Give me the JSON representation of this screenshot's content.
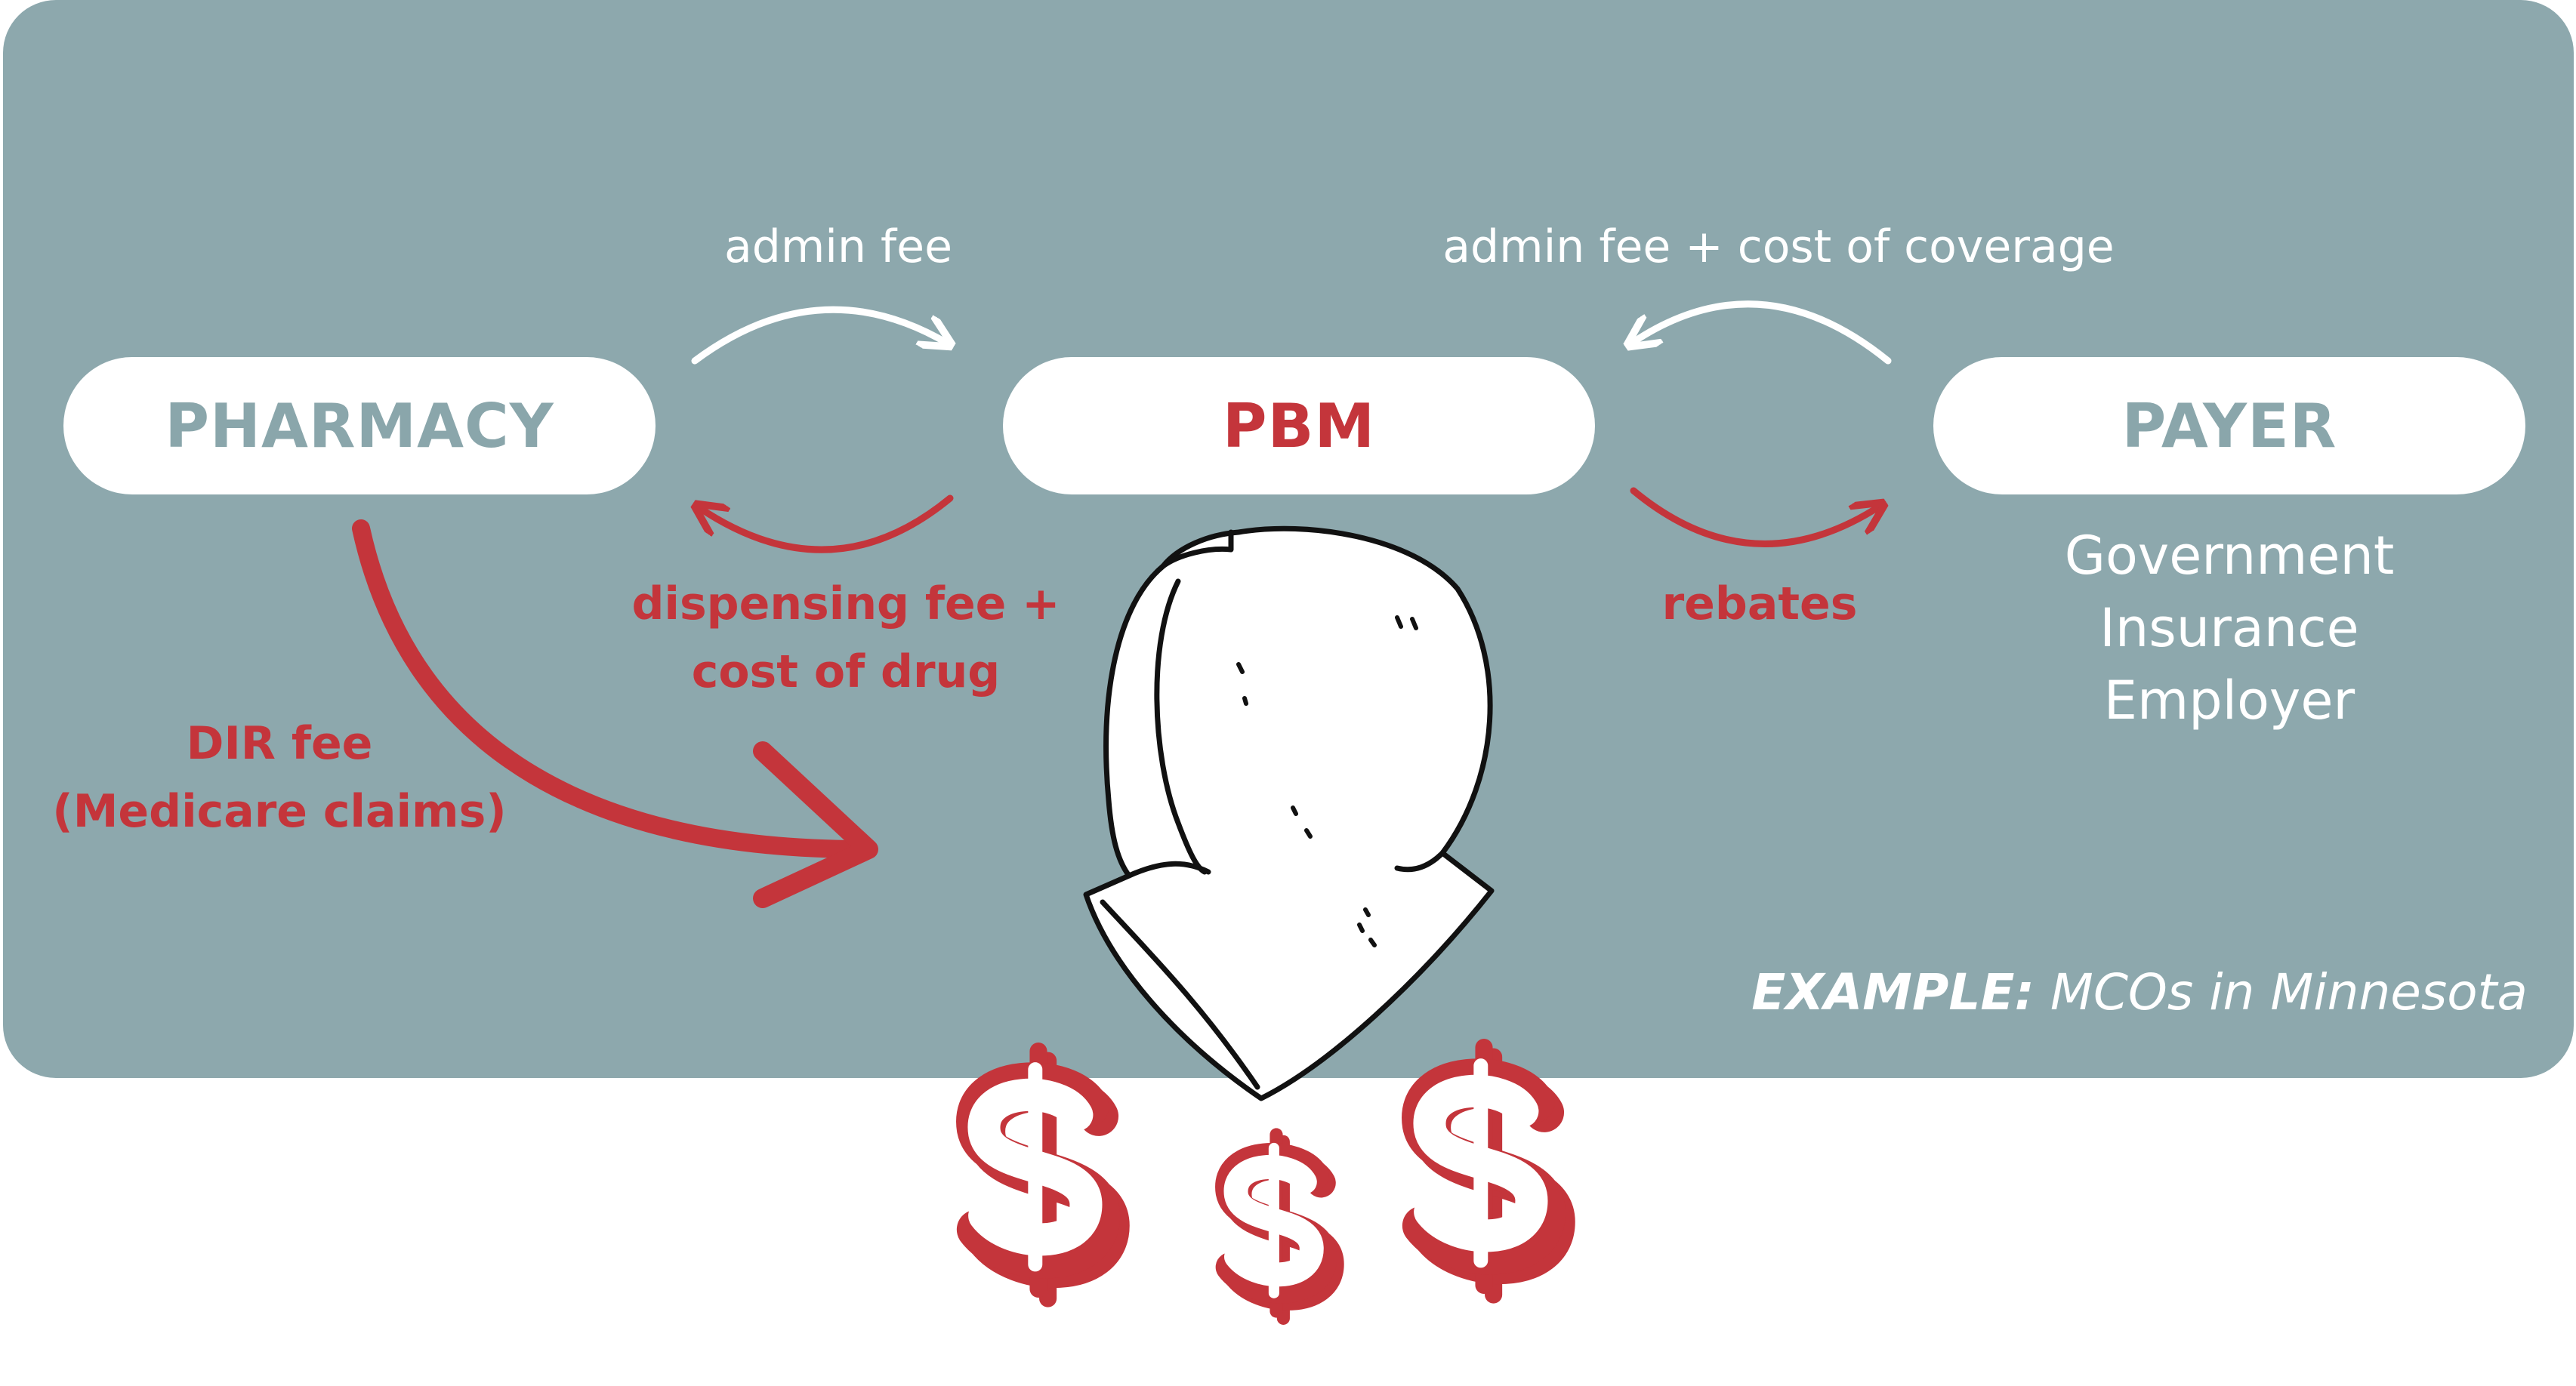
{
  "nodes": {
    "pharmacy": "PHARMACY",
    "pbm": "PBM",
    "payer": "PAYER"
  },
  "flows": {
    "pharmacy_to_pbm": "admin fee",
    "payer_to_pbm": "admin fee + cost of coverage",
    "pbm_to_pharmacy_line1": "dispensing fee +",
    "pbm_to_pharmacy_line2": "cost of drug",
    "pbm_to_payer": "rebates",
    "dir_fee_line1": "DIR fee",
    "dir_fee_line2": "(Medicare claims)"
  },
  "payer_types": [
    "Government",
    "Insurance",
    "Employer"
  ],
  "example": {
    "prefix": "EXAMPLE:",
    "text": "MCOs in Minnesota"
  },
  "colors": {
    "panel": "#8da8ad",
    "accent_red": "#c4353b",
    "white": "#ffffff",
    "teal_text": "#8aa6ab"
  },
  "icons": [
    "down-arrow-icon",
    "dollar-sign-icon",
    "dollar-sign-icon",
    "dollar-sign-icon"
  ]
}
